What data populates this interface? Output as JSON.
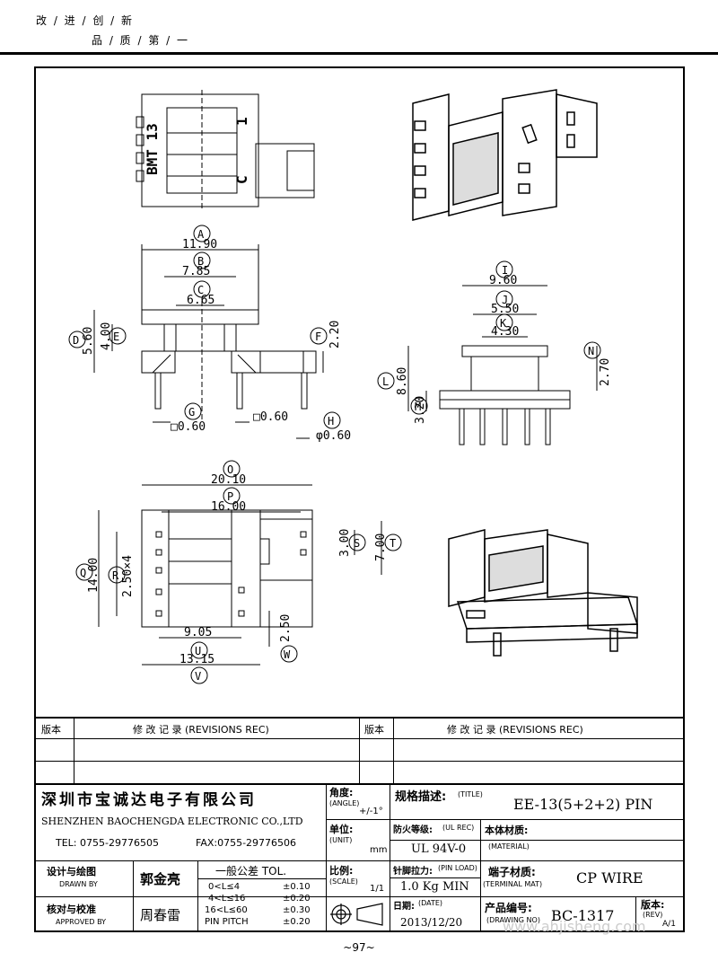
{
  "slogan": {
    "line1": "改 / 进 / 创 / 新",
    "line2": "品 / 质 / 第 / 一"
  },
  "drawing": {
    "top_view": {
      "marking_left": "BMT 13",
      "marking_right_top": "1",
      "marking_right_bottom": "C"
    },
    "front": {
      "A": "11.90",
      "B": "7.85",
      "C": "6.65",
      "D": "5.60",
      "E": "4.00",
      "F": "2.20",
      "G": "□0.60",
      "G2": "□0.60",
      "H": "φ0.60"
    },
    "side": {
      "I": "9.60",
      "J": "5.50",
      "K": "4.30",
      "L": "8.60",
      "M": "3.20",
      "N": "2.70"
    },
    "bottom": {
      "O": "20.10",
      "P": "16.00",
      "Q": "14.00",
      "R": "2.50×4",
      "S": "3.00",
      "T": "7.00",
      "U": "9.05",
      "V": "13.15",
      "W": "2.50"
    },
    "circles": [
      "A",
      "B",
      "C",
      "D",
      "E",
      "F",
      "G",
      "H",
      "I",
      "J",
      "K",
      "L",
      "M",
      "N",
      "O",
      "P",
      "Q",
      "R",
      "S",
      "T",
      "U",
      "V",
      "W"
    ]
  },
  "table": {
    "rev_label_left": "版本",
    "rev_record_left": "修  改  记  录  (REVISIONS REC)",
    "rev_label_right": "版本",
    "rev_record_right": "修  改  记  录  (REVISIONS REC)",
    "company_cn": "深圳市宝诚达电子有限公司",
    "company_en": "SHENZHEN BAOCHENGDA ELECTRONIC  CO.,LTD",
    "tel": "TEL: 0755-29776505",
    "fax": "FAX:0755-29776506",
    "angle_label": "角度:",
    "angle_en": "(ANGLE)",
    "angle_val": "+/-1°",
    "unit_label": "单位:",
    "unit_en": "(UNIT)",
    "unit_val": "mm",
    "scale_label": "比例:",
    "scale_en": "(SCALE)",
    "scale_val": "1/1",
    "title_label": "规格描述:",
    "title_en": "(TITLE)",
    "title_val": "EE-13(5+2+2) PIN",
    "ul_label": "防火等级:",
    "ul_en": "(UL REC)",
    "ul_val": "UL 94V-0",
    "material_label": "本体材质:",
    "material_en": "(MATERIAL)",
    "pin_label": "针脚拉力:",
    "pin_en": "(PIN LOAD)",
    "pin_val": "1.0 Kg MIN",
    "terminal_label": "端子材质:",
    "terminal_en": "(TERMINAL MAT)",
    "terminal_val": "CP WIRE",
    "date_label": "日期:",
    "date_en": "(DATE)",
    "date_val": "2013/12/20",
    "drawing_no_label": "产品编号:",
    "drawing_no_en": "(DRAWING NO)",
    "drawing_no_val": "BC-1317",
    "rev_label": "版本:",
    "rev_en": "(REV)",
    "rev_val": "A/1",
    "drawn_label": "设计与绘图",
    "drawn_en": "DRAWN BY",
    "drawn_name": "郭金亮",
    "approved_label": "核对与校准",
    "approved_en": "APPROVED BY",
    "approved_name": "周春雷",
    "tol_title": "一般公差 TOL.",
    "tol_rows": [
      {
        "range": "0<L≤4",
        "val": "±0.10"
      },
      {
        "range": "4<L≤16",
        "val": "±0.20"
      },
      {
        "range": "16<L≤60",
        "val": "±0.30"
      },
      {
        "range": "PIN PITCH",
        "val": "±0.20"
      }
    ]
  },
  "page_number": "~97~",
  "watermark": "www.ahjisheng.com"
}
